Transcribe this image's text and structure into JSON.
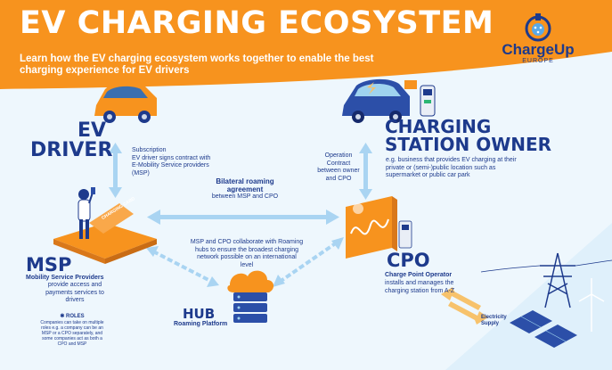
{
  "title": "EV CHARGING ECOSYSTEM",
  "subtitle": "Learn how the EV charging ecosystem works together to enable the best charging experience for EV drivers",
  "logo": {
    "name": "ChargeUp",
    "region": "EUROPE"
  },
  "colors": {
    "orange": "#f7931e",
    "navy": "#1d3a8c",
    "light_blue": "#9fd3ef",
    "arrow_blue": "#a9d4f2",
    "bg_blue": "#e3f1fb"
  },
  "nodes": {
    "ev_driver": {
      "title_line1": "EV",
      "title_line2": "DRIVER"
    },
    "cso": {
      "title_line1": "CHARGING",
      "title_line2": "STATION OWNER",
      "desc": "e.g. business that provides EV charging at their private or (semi-)public location such as supermarket or public car park"
    },
    "msp": {
      "title": "MSP",
      "subtitle": "Mobility Service Providers",
      "desc": "provide access and payments services to drivers",
      "card_label": "CHARGING CARD"
    },
    "cpo": {
      "title": "CPO",
      "subtitle": "Charge Point Operator",
      "desc": "installs and manages the charging station from A-Z"
    },
    "hub": {
      "title": "HUB",
      "subtitle": "Roaming Platform"
    },
    "electricity": {
      "label": "Electricity Supply"
    }
  },
  "relations": {
    "subscription": {
      "title": "Subscription",
      "desc": "EV driver signs contract with E-Mobility Service providers (MSP)"
    },
    "operation": {
      "title": "Operation Contract",
      "desc": "between owner and CPO"
    },
    "bilateral": {
      "title": "Bilateral roaming agreement",
      "desc": "between MSP and CPO"
    },
    "collab": {
      "desc": "MSP and CPO collaborate with Roaming hubs to ensure the broadest charging network possible on an international level"
    }
  },
  "roles_note": {
    "title": "✱ ROLES",
    "desc": "Companies can take on multiple roles e.g. a company can be an MSP or a CPO separately, and some companies act as both a CPO and MSP"
  }
}
